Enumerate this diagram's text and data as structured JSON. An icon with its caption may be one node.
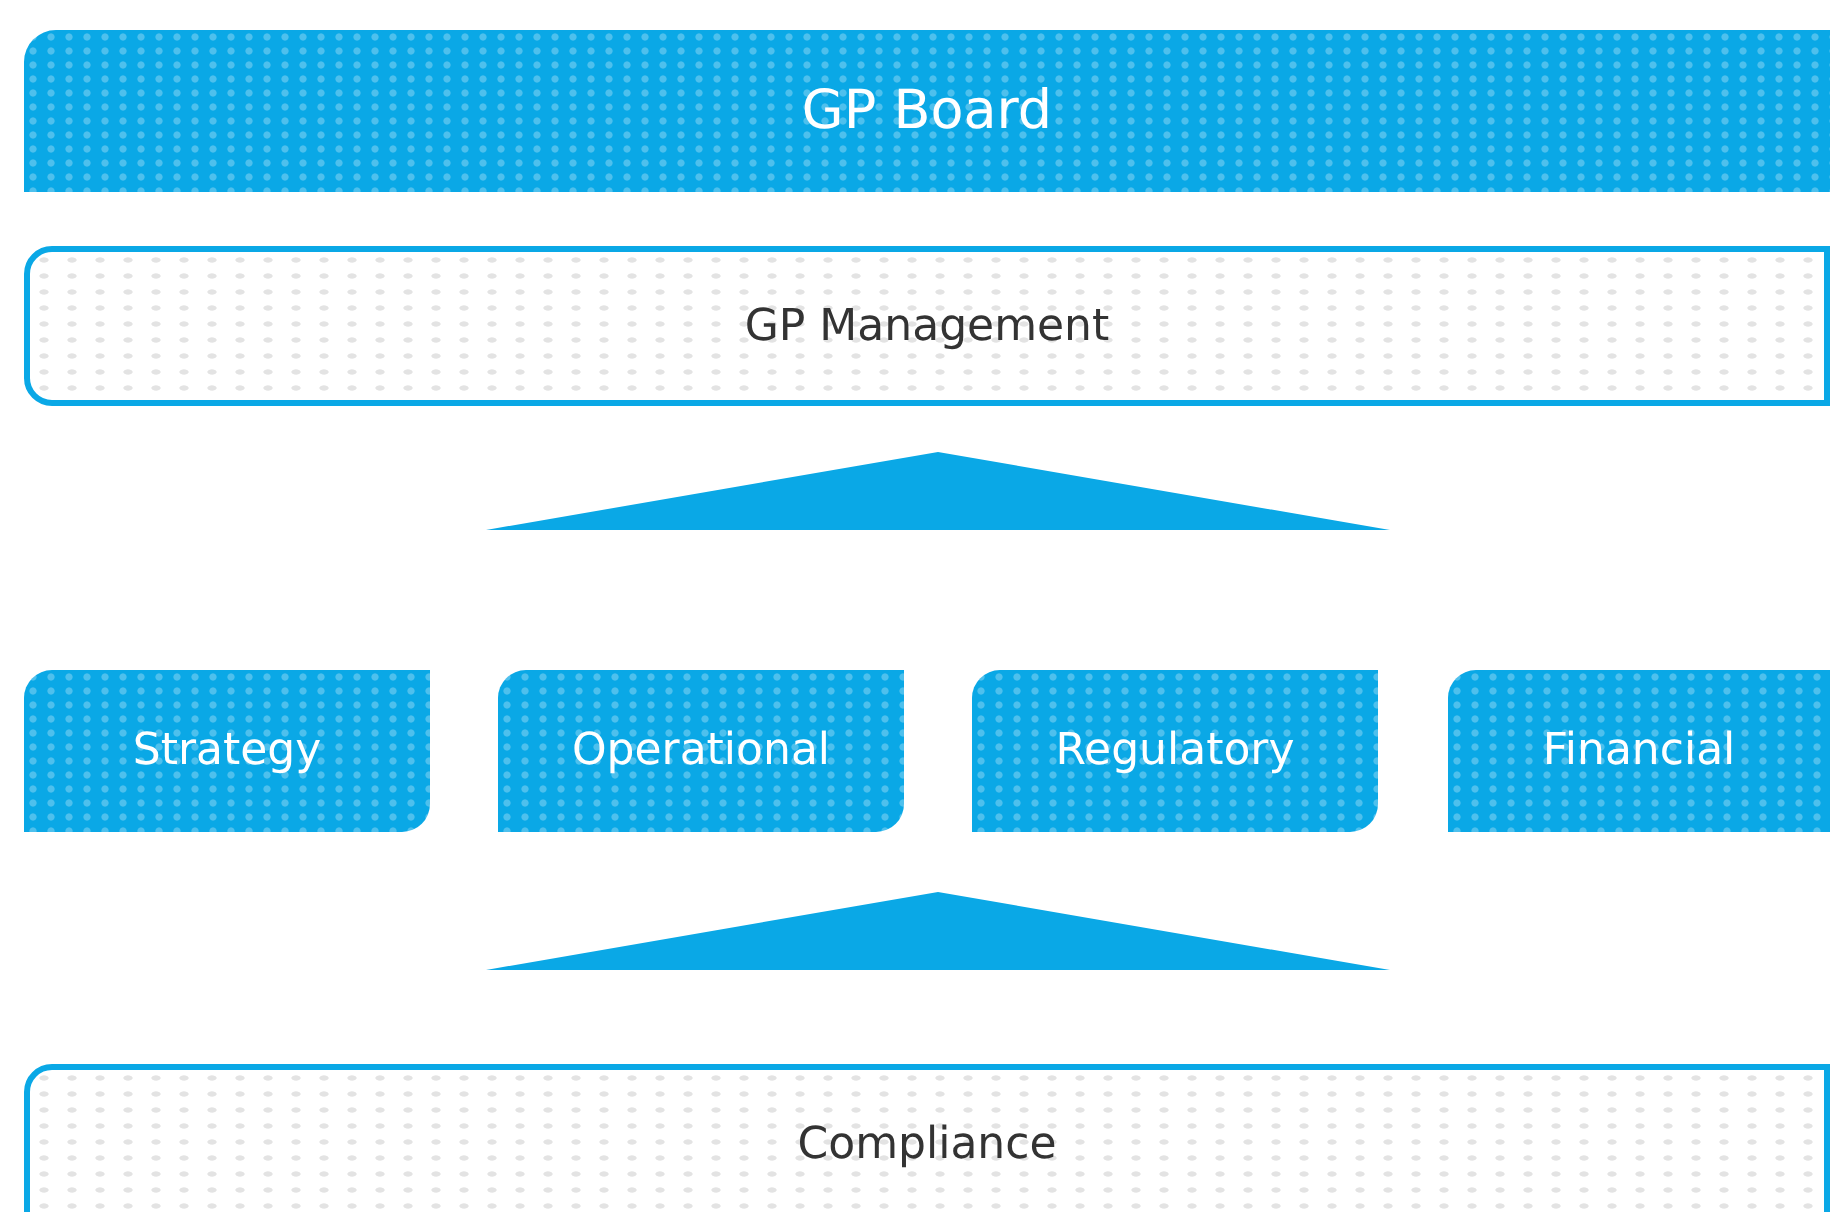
{
  "diagram": {
    "nodes": [
      {
        "text": [
          "GP Board"
        ]
      },
      {
        "text": [
          "GP Management"
        ]
      },
      {
        "text": [],
        "shape": "triangle"
      },
      {
        "text": [
          "Strategy"
        ]
      },
      {
        "text": [
          "Operational"
        ]
      },
      {
        "text": [
          "Regulatory"
        ]
      },
      {
        "text": [
          "Financial"
        ]
      },
      {
        "text": [],
        "shape": "triangle"
      },
      {
        "text": [
          "Compliance"
        ]
      }
    ]
  }
}
